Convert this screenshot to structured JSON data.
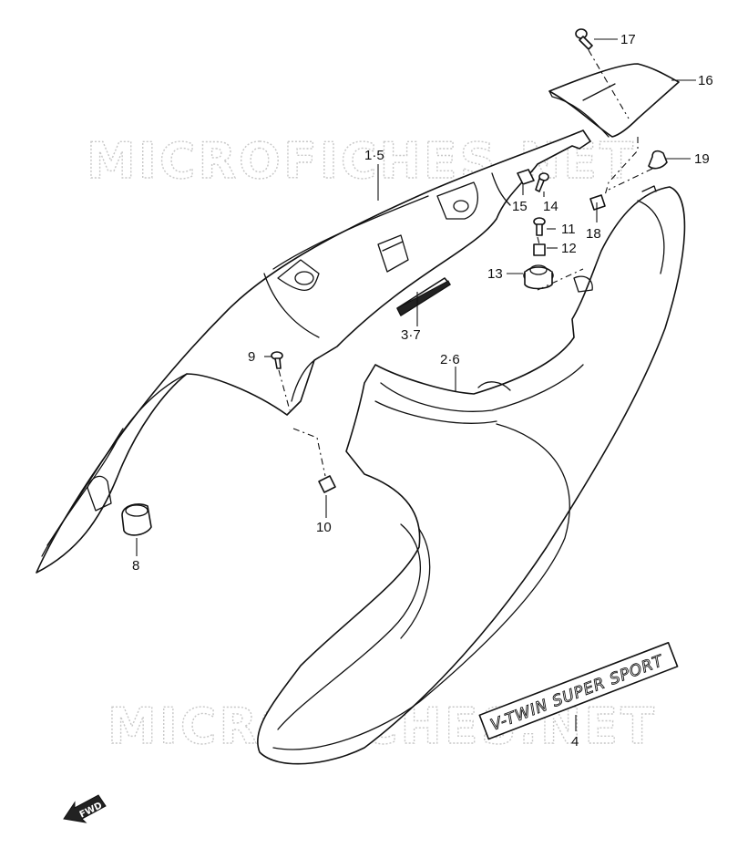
{
  "watermark": "MICROFICHES.NET",
  "emblem_text": "V-TWIN SUPER SPORT",
  "direction_label": "FWD",
  "callouts": {
    "c1_5": "1·5",
    "c2_6": "2·6",
    "c3_7": "3·7",
    "c4": "4",
    "c8": "8",
    "c9": "9",
    "c10": "10",
    "c11": "11",
    "c12": "12",
    "c13": "13",
    "c14": "14",
    "c15": "15",
    "c16": "16",
    "c17": "17",
    "c18": "18",
    "c19": "19"
  }
}
